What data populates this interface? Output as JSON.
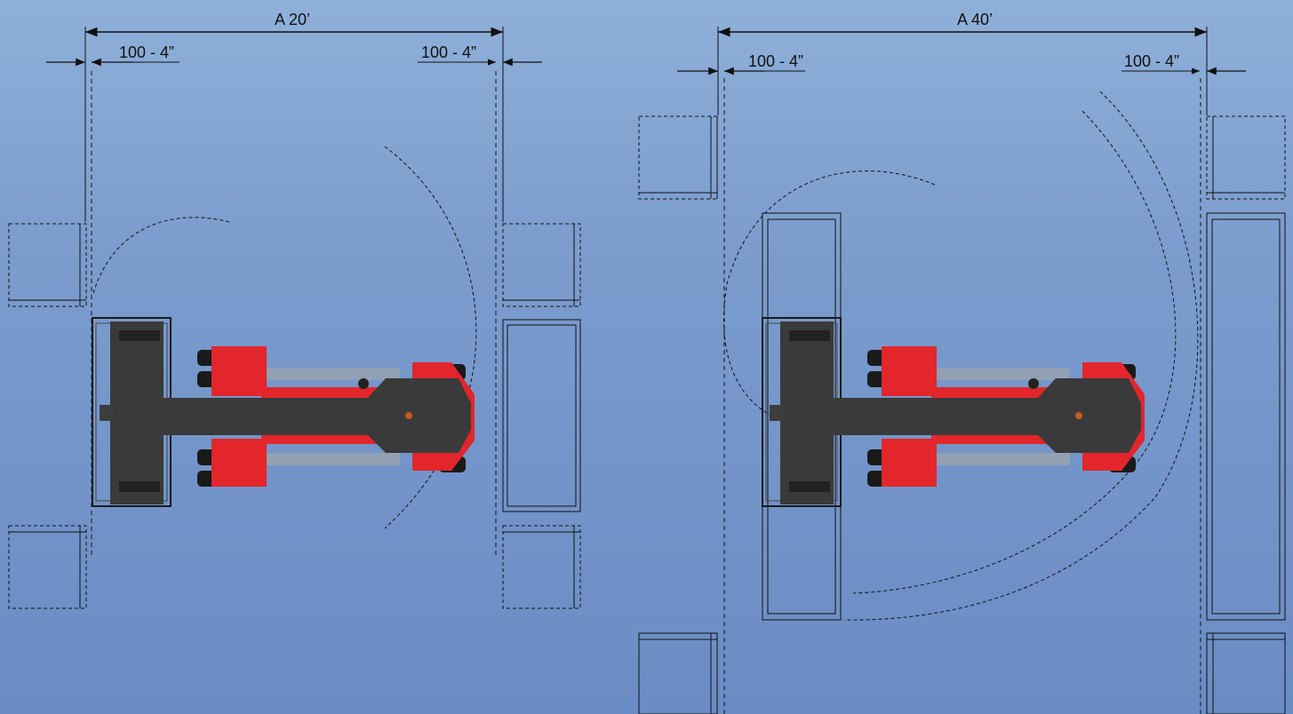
{
  "diagrams": [
    {
      "title": "A 20’",
      "left_clearance": "100 - 4”",
      "right_clearance": "100 - 4”"
    },
    {
      "title": "A 40’",
      "left_clearance": "100 - 4”",
      "right_clearance": "100 - 4”"
    }
  ],
  "colors": {
    "background_top": "#8fb0d9",
    "background_bottom": "#6a8cc4",
    "machine_red": "#e2262b",
    "machine_dark": "#333333",
    "line": "#111111"
  }
}
